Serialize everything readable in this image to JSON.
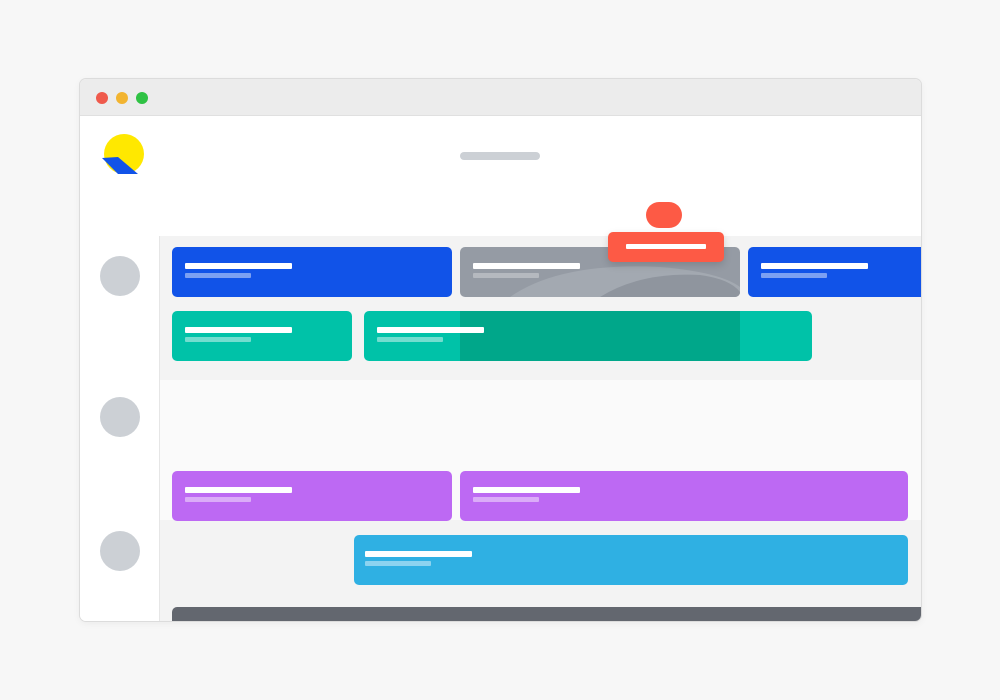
{
  "window": {
    "title": ""
  },
  "colors": {
    "blue": "#1153e8",
    "gray": "#959ba4",
    "teal": "#00c2a8",
    "teal_overlap": "#00a78a",
    "purple": "#bd69f3",
    "sky": "#2fb0e3",
    "slate": "#63676f",
    "coral": "#fd5a45",
    "logo_yellow": "#ffe800",
    "logo_blue": "#1153e8"
  },
  "icons": {
    "logo": "sun-logo-icon",
    "traffic_lights": [
      "close-dot",
      "minimize-dot",
      "maximize-dot"
    ]
  }
}
